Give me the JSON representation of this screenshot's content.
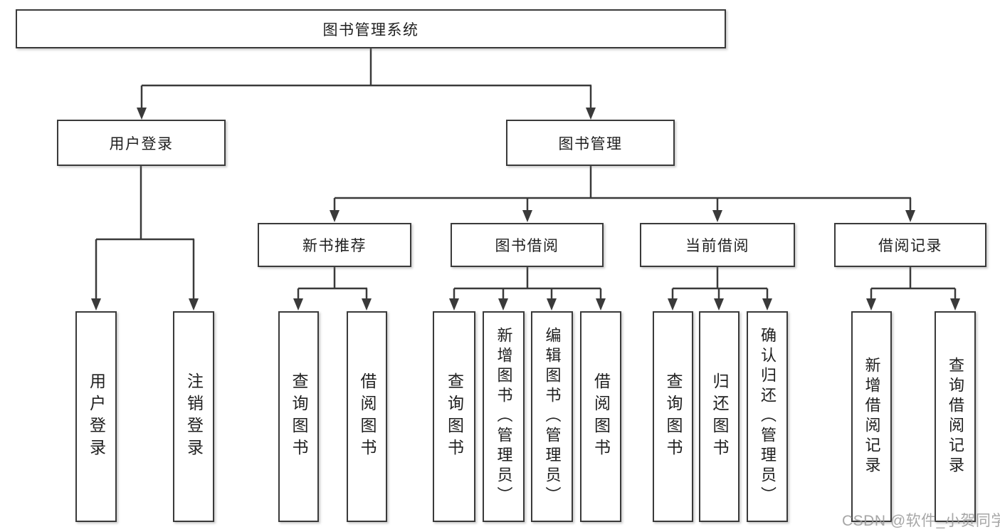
{
  "tree": {
    "label": "图书管理系统",
    "children": [
      {
        "label": "用户登录",
        "children": [
          {
            "label": "用户登录"
          },
          {
            "label": "注销登录"
          }
        ]
      },
      {
        "label": "图书管理",
        "children": [
          {
            "label": "新书推荐",
            "children": [
              {
                "label": "查询图书"
              },
              {
                "label": "借阅图书"
              }
            ]
          },
          {
            "label": "图书借阅",
            "children": [
              {
                "label": "查询图书"
              },
              {
                "label": "新增图书（管理员）"
              },
              {
                "label": "编辑图书（管理员）"
              },
              {
                "label": "借阅图书"
              }
            ]
          },
          {
            "label": "当前借阅",
            "children": [
              {
                "label": "查询图书"
              },
              {
                "label": "归还图书"
              },
              {
                "label": "确认归还（管理员）"
              }
            ]
          },
          {
            "label": "借阅记录",
            "children": [
              {
                "label": "新增借阅记录"
              },
              {
                "label": "查询借阅记录"
              }
            ]
          }
        ]
      }
    ]
  },
  "watermark": {
    "text": "CSDN @软件_小贺同学"
  },
  "colors": {
    "line": "#3a3a3a",
    "box_border": "#3a3a3a",
    "text": "#1f1f1f",
    "watermark": "#969696",
    "background": "#ffffff"
  }
}
